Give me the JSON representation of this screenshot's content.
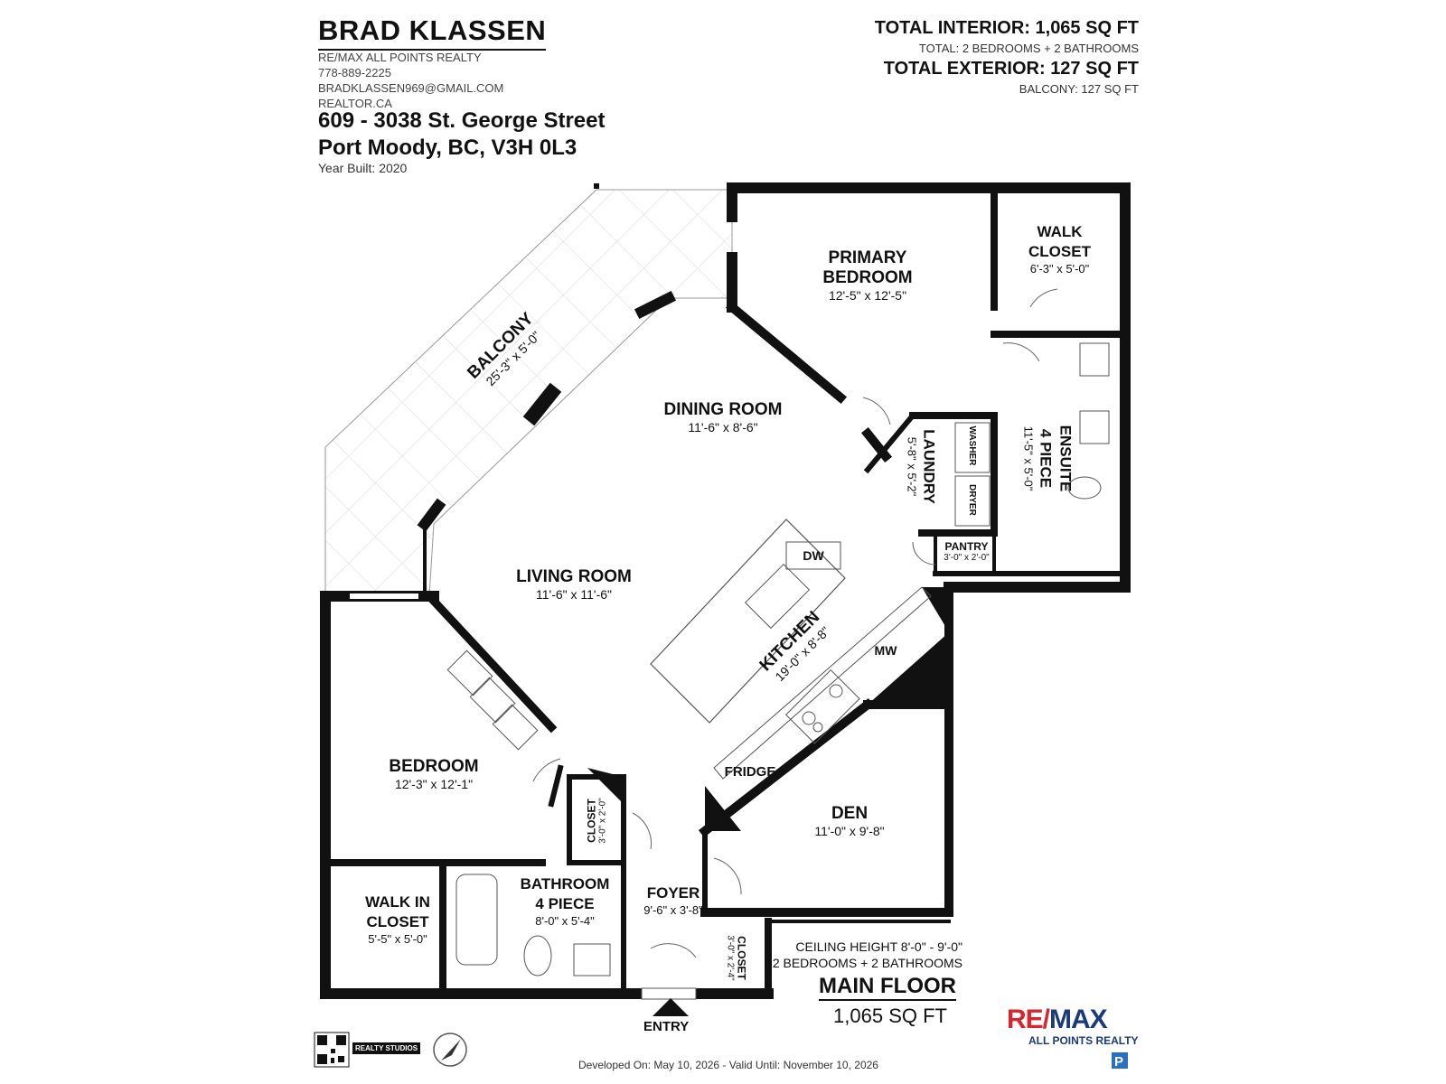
{
  "header": {
    "agent_name": "BRAD KLASSEN",
    "brokerage": "RE/MAX ALL POINTS REALTY",
    "phone": "778-889-2225",
    "email": "BRADKLASSEN969@GMAIL.COM",
    "website": "REALTOR.CA",
    "address_line1": "609 - 3038 St. George Street",
    "address_line2": "Port Moody, BC, V3H 0L3",
    "year_built": "Year Built: 2020",
    "total_interior": "TOTAL INTERIOR: 1,065 SQ FT",
    "total_interior_sub": "TOTAL: 2 BEDROOMS + 2 BATHROOMS",
    "total_exterior": "TOTAL EXTERIOR: 127 SQ FT",
    "total_exterior_sub": "BALCONY: 127 SQ FT"
  },
  "rooms": {
    "balcony": {
      "name": "BALCONY",
      "dim": "25'-3\" x 5'-0\""
    },
    "primary_bedroom": {
      "name_1": "PRIMARY",
      "name_2": "BEDROOM",
      "dim": "12'-5\" x 12'-5\""
    },
    "walk_closet": {
      "name_1": "WALK",
      "name_2": "CLOSET",
      "dim": "6'-3\" x 5'-0\""
    },
    "dining_room": {
      "name": "DINING ROOM",
      "dim": "11'-6\" x 8'-6\""
    },
    "laundry": {
      "name": "LAUNDRY",
      "dim": "5'-8\" x 5'-2\"",
      "washer": "WASHER",
      "dryer": "DRYER"
    },
    "ensuite": {
      "name_1": "ENSUITE",
      "name_2": "4 PIECE",
      "dim": "11'-5\" x 5'-0\""
    },
    "pantry": {
      "name": "PANTRY",
      "dim": "3'-0\" x 2'-0\""
    },
    "living_room": {
      "name": "LIVING ROOM",
      "dim": "11'-6\" x 11'-6\""
    },
    "kitchen": {
      "name": "KITCHEN",
      "dim": "19'-0\" x 8'-8\"",
      "dw": "DW",
      "mw": "MW",
      "fridge": "FRIDGE"
    },
    "bedroom": {
      "name": "BEDROOM",
      "dim": "12'-3\" x 12'-1\""
    },
    "closet_1": {
      "name": "CLOSET",
      "dim": "3'-0\" x 2'-0\""
    },
    "den": {
      "name": "DEN",
      "dim": "11'-0\" x 9'-8\""
    },
    "walk_in_closet": {
      "name_1": "WALK IN",
      "name_2": "CLOSET",
      "dim": "5'-5\" x 5'-0\""
    },
    "bathroom": {
      "name_1": "BATHROOM",
      "name_2": "4 PIECE",
      "dim": "8'-0\" x 5'-4\""
    },
    "foyer": {
      "name": "FOYER",
      "dim": "9'-6\" x 3'-8\""
    },
    "closet_2": {
      "name": "CLOSET",
      "dim": "3'-0\" x 2'-4\""
    }
  },
  "footer": {
    "ceiling": "CEILING HEIGHT 8'-0\" - 9'-0\"",
    "summary": "2 BEDROOMS + 2 BATHROOMS",
    "floor_title": "MAIN FLOOR",
    "floor_sqft": "1,065 SQ FT",
    "entry": "ENTRY",
    "developed": "Developed On: May 10, 2026 - Valid Until: November 10, 2026",
    "studio": "REALTY STUDIOS",
    "remax_logo": "RE/MAX",
    "remax_sub": "ALL POINTS REALTY"
  },
  "colors": {
    "wall": "#111111",
    "remax_red": "#d7262e",
    "remax_blue": "#1a3a7a",
    "pairlink_blue": "#2a6fc1"
  }
}
